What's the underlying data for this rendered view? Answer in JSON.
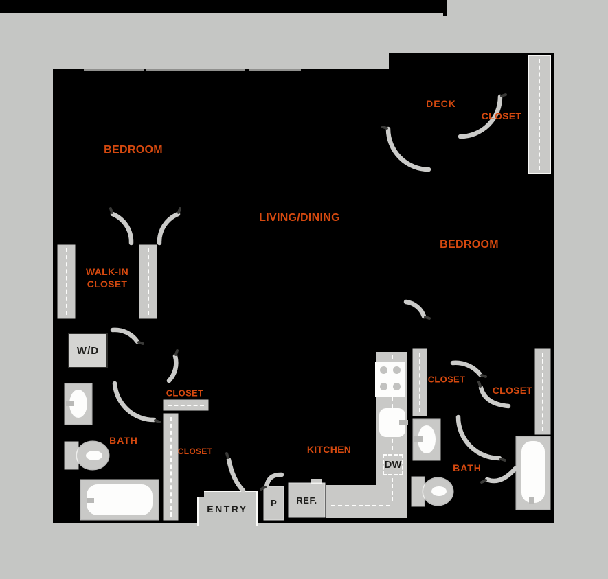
{
  "rooms": {
    "bedroom1": "BEDROOM",
    "living_dining": "LIVING/DINING",
    "deck": "DECK",
    "bedroom2": "BEDROOM",
    "kitchen": "KITCHEN",
    "bath1": "BATH",
    "bath2": "BATH"
  },
  "closets": {
    "walk_in_line1": "WALK-IN",
    "walk_in_line2": "CLOSET",
    "deck_closet": "CLOSET",
    "hall_closet_upper": "CLOSET",
    "hall_closet_lower": "CLOSET",
    "bedroom2_closet_left": "CLOSET",
    "bedroom2_closet_right": "CLOSET"
  },
  "appliances": {
    "washer_dryer": "W/D",
    "dishwasher": "DW",
    "refrigerator": "REF.",
    "pantry": "P"
  },
  "entry": {
    "label": "ENTRY"
  },
  "colors": {
    "background": "#000000",
    "floor_gray": "#c5c6c4",
    "fixture_gray": "#c9c9c7",
    "label_orange": "#d5490f",
    "text_dark": "#1e1e1c",
    "fixture_white": "#fdfdfc"
  }
}
